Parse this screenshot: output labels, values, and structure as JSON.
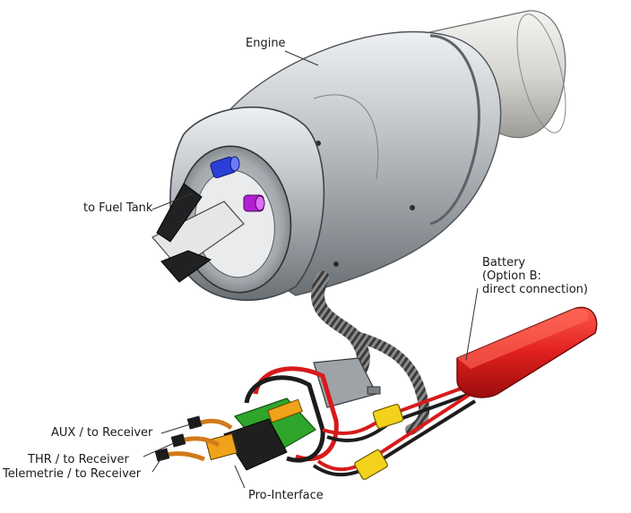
{
  "labels": {
    "engine": "Engine",
    "fuel_tank": "to Fuel Tank",
    "battery_line1": "Battery",
    "battery_line2": "(Option B:",
    "battery_line3": "direct connection)",
    "aux": "AUX / to Receiver",
    "thr": "THR / to Receiver",
    "telemetrie": "Telemetrie / to Receiver",
    "pro_interface": "Pro-Interface"
  },
  "colors": {
    "engine_body": "#b9bdc2",
    "engine_dark": "#5b6066",
    "fuel_fitting": "#2b3fd8",
    "fuel_fitting_2": "#b01fd0",
    "battery": "#e0201e",
    "cable_red": "#d81a1a",
    "cable_black": "#1c1c1c",
    "connector_yellow": "#f2d21a",
    "interface_green": "#2fa52c",
    "interface_orange": "#f0a21a"
  }
}
